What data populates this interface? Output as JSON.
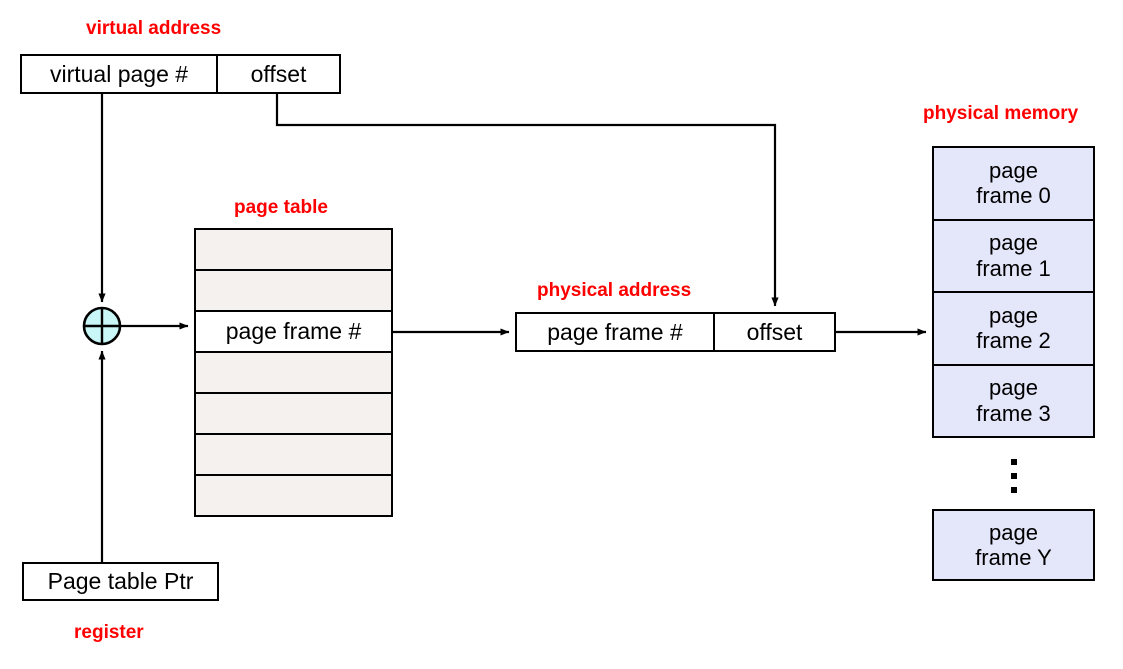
{
  "diagram": {
    "title_labels": {
      "virtual_address": "virtual address",
      "page_table": "page table",
      "physical_address": "physical address",
      "physical_memory": "physical memory",
      "register": "register"
    },
    "virtual_address": {
      "fields": [
        {
          "label": "virtual page #"
        },
        {
          "label": "offset"
        }
      ]
    },
    "physical_address": {
      "fields": [
        {
          "label": "page frame #"
        },
        {
          "label": "offset"
        }
      ]
    },
    "page_table": {
      "rows": [
        {
          "label": "",
          "selected": false
        },
        {
          "label": "",
          "selected": false
        },
        {
          "label": "page frame #",
          "selected": true
        },
        {
          "label": "",
          "selected": false
        },
        {
          "label": "",
          "selected": false
        },
        {
          "label": "",
          "selected": false
        },
        {
          "label": "",
          "selected": false
        }
      ]
    },
    "register_box": {
      "label": "Page table Ptr"
    },
    "physical_memory": {
      "frames": [
        {
          "line1": "page",
          "line2": "frame 0"
        },
        {
          "line1": "page",
          "line2": "frame 1"
        },
        {
          "line1": "page",
          "line2": "frame 2"
        },
        {
          "line1": "page",
          "line2": "frame 3"
        }
      ],
      "ellipsis": "⋮",
      "last_frame": {
        "line1": "page",
        "line2": "frame Y"
      }
    },
    "adder": {
      "symbol": "+"
    },
    "colors": {
      "label_red": "#ff0000",
      "page_table_fill": "#f4f1ef",
      "page_table_hit_fill": "#ffffff",
      "physical_memory_fill": "#e4e6fa",
      "adder_fill": "#c9f6f6",
      "stroke": "#000000"
    }
  }
}
